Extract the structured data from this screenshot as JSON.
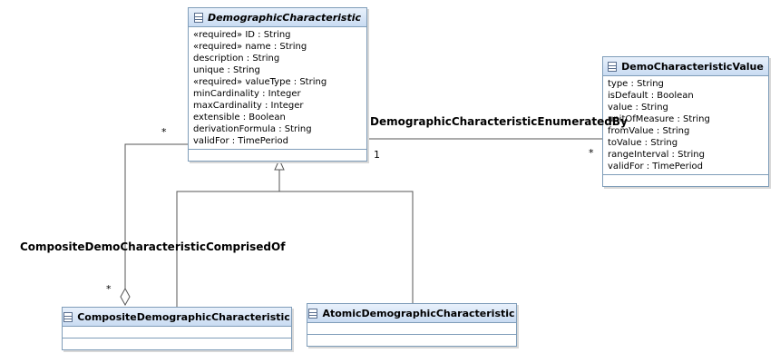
{
  "classes": {
    "demographic_characteristic": {
      "name": "DemographicCharacteristic",
      "attributes": [
        "«required» ID : String",
        "«required» name : String",
        "description : String",
        "unique : String",
        "«required» valueType : String",
        "minCardinality : Integer",
        "maxCardinality : Integer",
        "extensible : Boolean",
        "derivationFormula : String",
        "validFor : TimePeriod"
      ]
    },
    "demo_characteristic_value": {
      "name": "DemoCharacteristicValue",
      "attributes": [
        "type : String",
        "isDefault : Boolean",
        "value : String",
        "unitOfMeasure : String",
        "fromValue : String",
        "toValue : String",
        "rangeInterval : String",
        "validFor : TimePeriod"
      ]
    },
    "composite_demographic_characteristic": {
      "name": "CompositeDemographicCharacteristic"
    },
    "atomic_demographic_characteristic": {
      "name": "AtomicDemographicCharacteristic"
    }
  },
  "associations": {
    "enumerated_by": {
      "name": "DemographicCharacteristicEnumeratedBy",
      "source_multiplicity": "1",
      "target_multiplicity": "*"
    },
    "comprised_of": {
      "name": "CompositeDemoCharacteristicComprisedOf",
      "part_multiplicity": "*",
      "whole_multiplicity": "*"
    }
  },
  "colors": {
    "border": "#7f9db9",
    "header_top": "#e9f1fb",
    "header_bottom": "#c9dbf2",
    "line": "#555555"
  }
}
